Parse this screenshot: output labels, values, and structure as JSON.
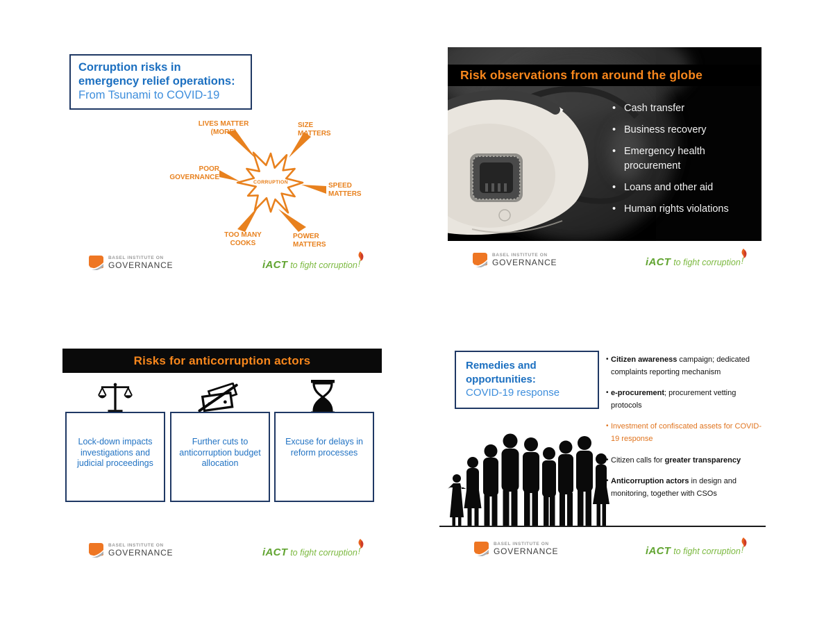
{
  "colors": {
    "accent_orange": "#E8811E",
    "banner_orange": "#F8871C",
    "title_blue_bold": "#1B6FC0",
    "title_blue_light": "#3E8EDC",
    "box_border_navy": "#1F3864",
    "iact_green": "#61A431",
    "banner_black": "#000000"
  },
  "footer": {
    "basel_line1": "BASEL INSTITUTE ON",
    "basel_line2": "GOVERNANCE",
    "iact_brand": "iACT",
    "iact_tagline": "to fight corruption",
    "iact_excl": "!"
  },
  "slide1": {
    "title_bold_1": "Corruption risks in",
    "title_bold_2": "emergency relief operations:",
    "title_light": "From Tsunami to COVID-19",
    "center_label": "CORRUPTION",
    "spokes": [
      {
        "line1": "LIVES MATTER",
        "line2": "(MORE)"
      },
      {
        "line1": "SIZE",
        "line2": "MATTERS"
      },
      {
        "line1": "POOR",
        "line2": "GOVERNANCE"
      },
      {
        "line1": "SPEED",
        "line2": "MATTERS"
      },
      {
        "line1": "TOO MANY",
        "line2": "COOKS"
      },
      {
        "line1": "POWER",
        "line2": "MATTERS"
      }
    ]
  },
  "slide2": {
    "title": "Risk observations from around the globe",
    "bullets": [
      "Cash transfer",
      "Business recovery",
      "Emergency health procurement",
      "Loans and other aid",
      "Human rights violations"
    ]
  },
  "slide3": {
    "title": "Risks for anticorruption actors",
    "boxes": [
      {
        "icon": "scales-of-justice",
        "text": "Lock-down impacts investigations and judicial proceedings"
      },
      {
        "icon": "banknotes-crossed-out",
        "text": "Further cuts to anticorruption budget allocation"
      },
      {
        "icon": "hourglass",
        "text": "Excuse for delays in reform processes"
      }
    ]
  },
  "slide4": {
    "title_bold_1": "Remedies and",
    "title_bold_2": "opportunities:",
    "title_light": "COVID-19 response",
    "bullets": [
      {
        "color": "black",
        "segments": [
          {
            "t": "Citizen awareness",
            "b": true
          },
          {
            "t": " campaign; dedicated complaints reporting mechanism",
            "b": false
          }
        ]
      },
      {
        "color": "black",
        "segments": [
          {
            "t": "e-procurement",
            "b": true
          },
          {
            "t": "; procurement vetting protocols",
            "b": false
          }
        ]
      },
      {
        "color": "orange",
        "segments": [
          {
            "t": "Investment of confiscated assets for COVID-19 response",
            "b": false
          }
        ]
      },
      {
        "color": "black",
        "segments": [
          {
            "t": "Citizen calls for ",
            "b": false
          },
          {
            "t": "greater transparency",
            "b": true
          }
        ]
      },
      {
        "color": "black",
        "segments": [
          {
            "t": "Anticorruption actors",
            "b": true
          },
          {
            "t": " in design and monitoring, together with CSOs",
            "b": false
          }
        ]
      }
    ]
  }
}
